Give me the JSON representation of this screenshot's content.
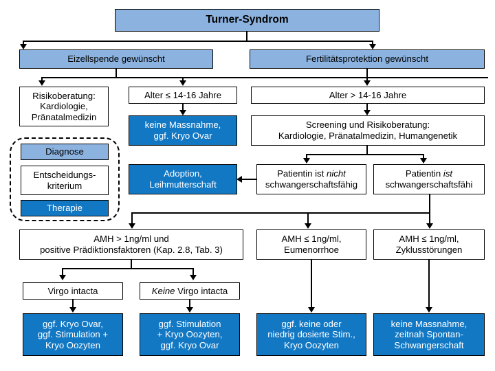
{
  "diagram": {
    "title": "Turner-Syndrom",
    "language": "de",
    "colors": {
      "diagnosis_fill": "#8CB3E0",
      "criterion_fill": "#FFFFFF",
      "therapy_fill": "#1378C4",
      "border": "#000000",
      "therapy_text": "#FFFFFF",
      "background": "#FFFFFF"
    },
    "nodes": {
      "root": "Turner-Syndrom",
      "egg_donation": "Eizellspende gewünscht",
      "fertility_protection": "Fertilitätsprotektion gewünscht",
      "risk_counseling": "Risikoberatung:\nKardiologie,\nPränatalmedizin",
      "age_le": "Alter ≤ 14-16 Jahre",
      "age_gt": "Alter > 14-16 Jahre",
      "no_measure_cryo": "keine Massnahme,\nggf. Kryo Ovar",
      "screening": "Screening und Risikoberatung:\nKardiologie, Pränatalmedizin, Humangenetik",
      "adoption": "Adoption,\nLeihmutterschaft",
      "not_pregnancy_capable_pre": "Patientin ist ",
      "not_pregnancy_capable_em": "nicht",
      "not_pregnancy_capable_post": "\nschwangerschaftsfähig",
      "pregnancy_capable_pre": "Patientin ",
      "pregnancy_capable_em": "ist",
      "pregnancy_capable_post": "\nschwangerschaftsfähi",
      "amh_high": "AMH > 1ng/ml und\npositive Prädiktionsfaktoren (Kap. 2.8, Tab. 3)",
      "amh_low_eumeno": "AMH ≤ 1ng/ml,\nEumenorrhoe",
      "amh_low_cycle": "AMH ≤ 1ng/ml,\nZyklusstörungen",
      "virgo": "Virgo intacta",
      "keine_virgo_em": "Keine",
      "keine_virgo_post": " Virgo intacta",
      "therapy_cryo_stim": "ggf. Kryo Ovar,\nggf. Stimulation +\nKryo Oozyten",
      "therapy_stim_cryo": "ggf. Stimulation\n+ Kryo Oozyten,\nggf. Kryo Ovar",
      "therapy_none_low": "ggf. keine oder\nniedrig dosierte Stim.,\nKryo Oozyten",
      "therapy_spontan": "keine Massnahme,\nzeitnah Spontan-\nSchwangerschaft"
    },
    "legend": {
      "diagnosis": "Diagnose",
      "criterion": "Entscheidungs-\nkriterium",
      "therapy": "Therapie"
    }
  }
}
